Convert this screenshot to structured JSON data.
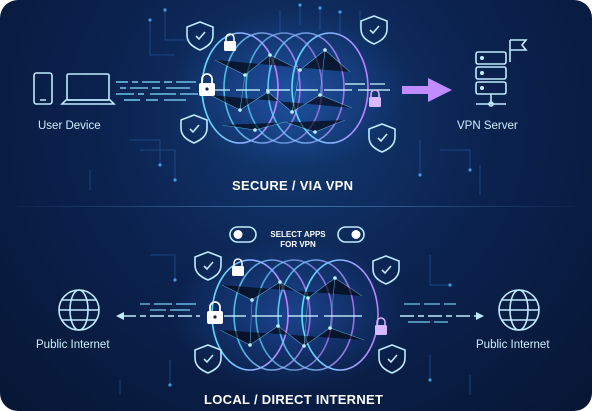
{
  "top": {
    "left_label": "User Device",
    "right_label": "VPN Server",
    "section_title": "SECURE / VIA VPN"
  },
  "bottom": {
    "select_apps_line1": "SELECT APPS",
    "select_apps_line2": "FOR VPN",
    "left_label": "Public Internet",
    "right_label": "Public Internet",
    "section_title": "LOCAL / DIRECT INTERNET"
  },
  "icons": {
    "user_device": [
      "phone-icon",
      "laptop-icon"
    ],
    "vpn_server": "server-with-flag-icon",
    "globe": "globe-icon",
    "shield": "shield-icon",
    "lock": "padlock-icon",
    "toggle": "toggle-icon",
    "arrow": "arrow-right-icon"
  },
  "colors": {
    "background": "#0b2350",
    "accent_cyan": "#4fd8ff",
    "accent_purple": "#b77cff",
    "text": "#cfeeff"
  }
}
